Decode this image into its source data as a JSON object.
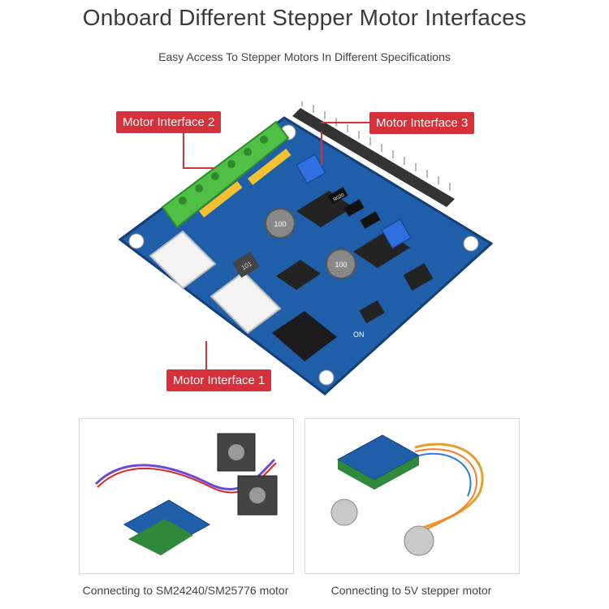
{
  "title": "Onboard Different Stepper Motor Interfaces",
  "subtitle": "Easy Access To Stepper Motors In Different Specifications",
  "callouts": {
    "motor_interface_2": "Motor Interface 2",
    "motor_interface_3": "Motor Interface 3",
    "motor_interface_1": "Motor Interface 1"
  },
  "board_markings": {
    "cap_value": "100",
    "resistor_value": "R020",
    "inductor_value": "101",
    "switch_label": "ON"
  },
  "captions": {
    "left": "Connecting to SM24240/SM25776 motor",
    "right": "Connecting to 5V stepper motor"
  },
  "colors": {
    "accent": "#d6303a",
    "board_blue": "#1f5ea8",
    "terminal_green": "#4fbf45"
  }
}
